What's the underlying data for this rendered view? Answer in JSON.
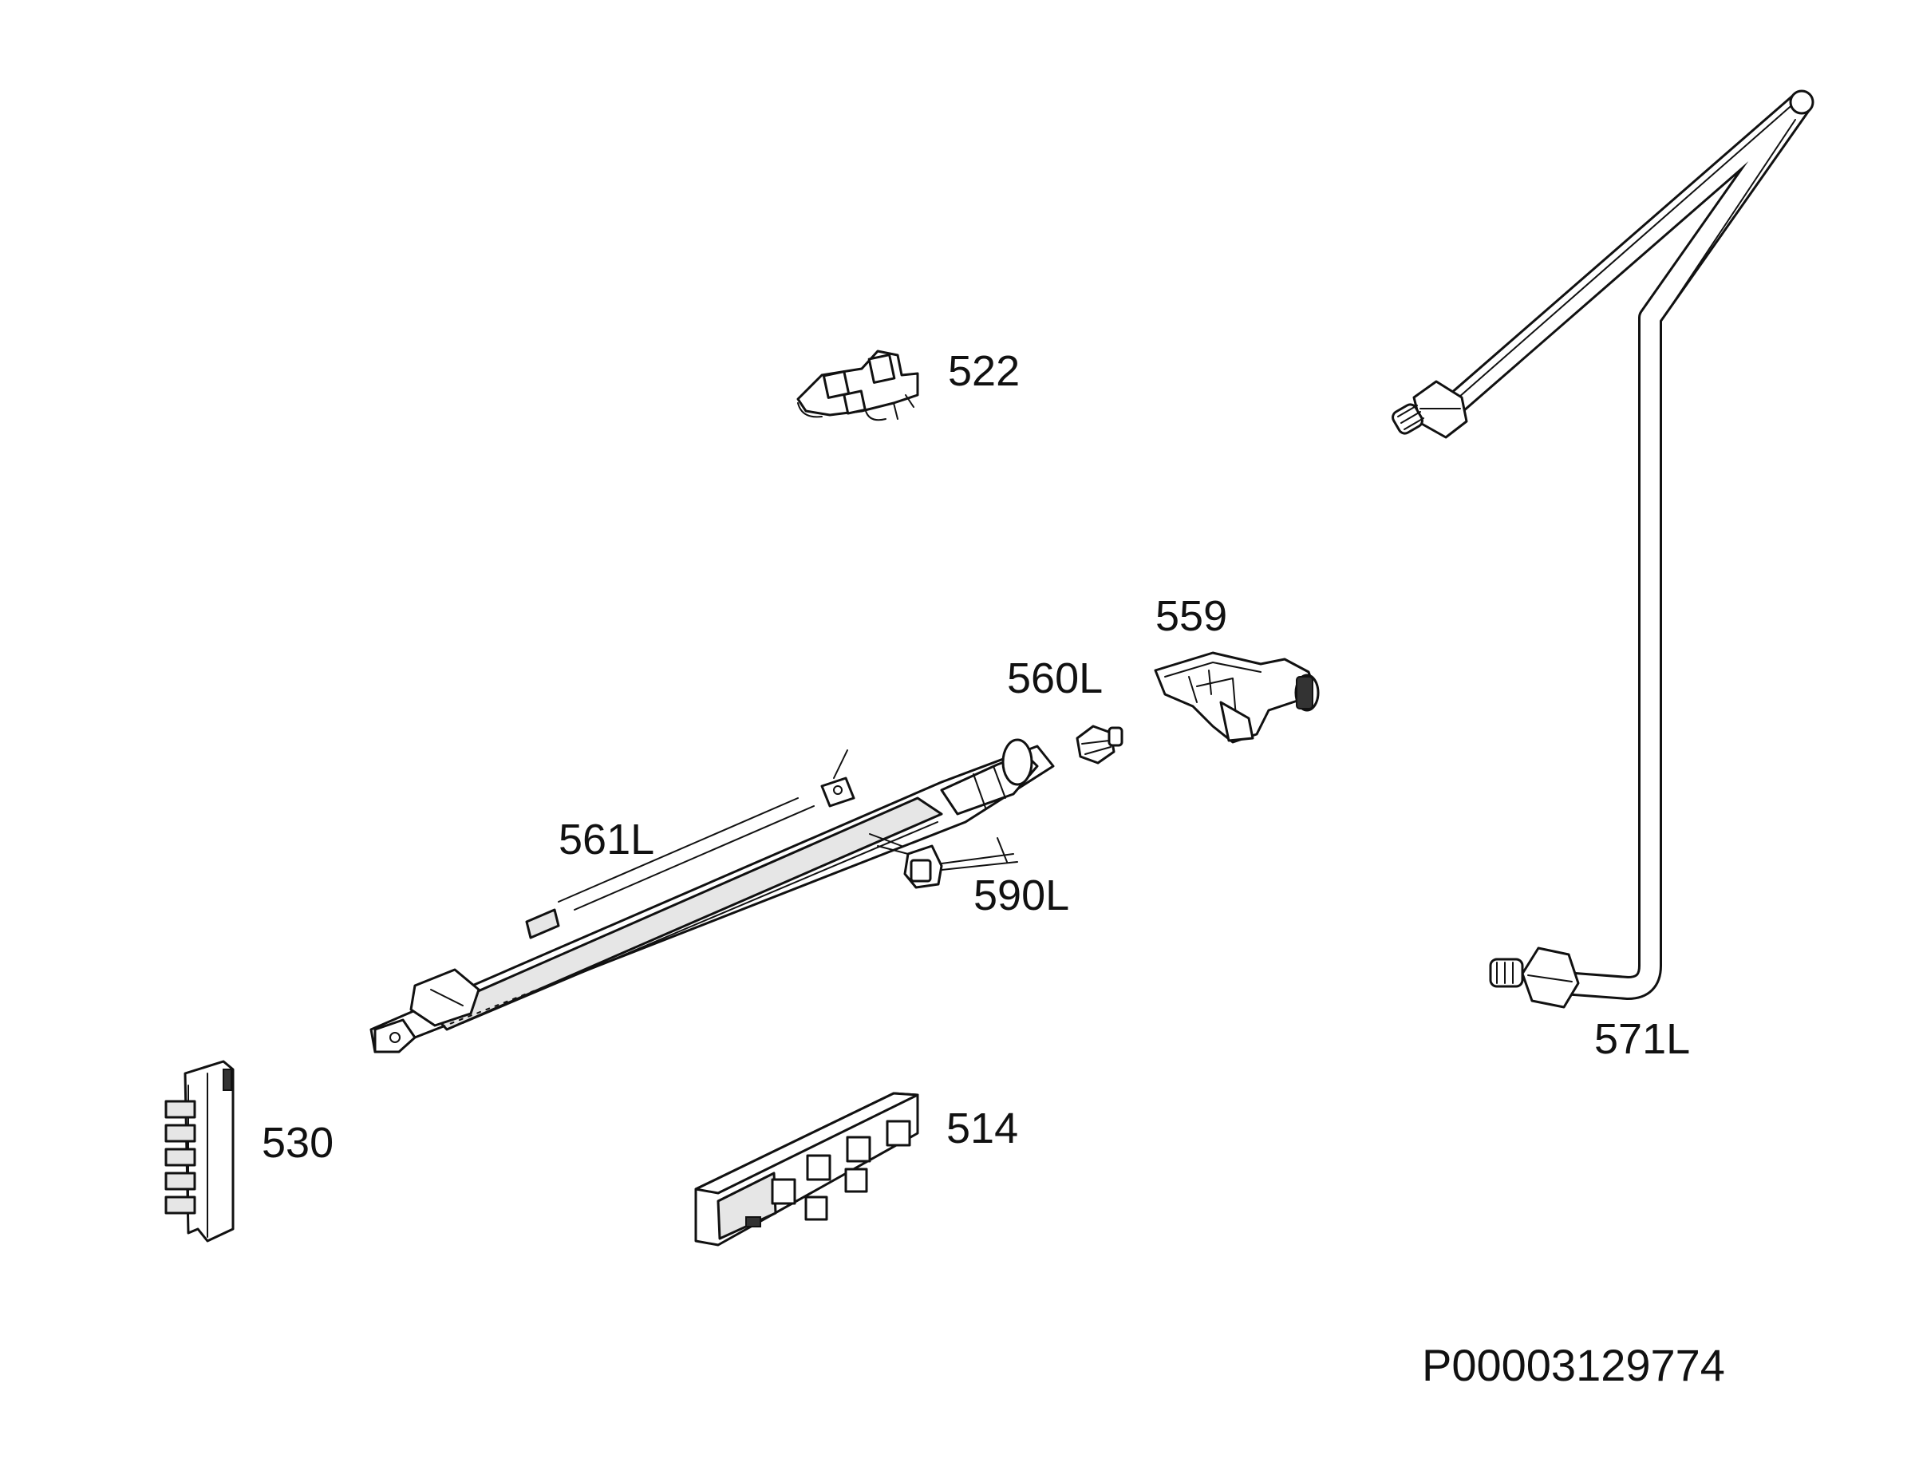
{
  "diagram_code": "P00003129774",
  "parts": [
    {
      "id": "p522",
      "label": "522",
      "icon": "wire-terminal-clip-icon"
    },
    {
      "id": "p559",
      "label": "559",
      "icon": "gas-valve-bracket-icon"
    },
    {
      "id": "p560",
      "label": "560L",
      "icon": "injector-nozzle-icon"
    },
    {
      "id": "p561",
      "label": "561L",
      "icon": "burner-tube-icon"
    },
    {
      "id": "p590",
      "label": "590L",
      "icon": "ignition-electrode-icon"
    },
    {
      "id": "p571",
      "label": "571L",
      "icon": "gas-pipe-icon"
    },
    {
      "id": "p530",
      "label": "530",
      "icon": "terminal-block-icon"
    },
    {
      "id": "p514",
      "label": "514",
      "icon": "spark-generator-icon"
    }
  ],
  "colors": {
    "line": "#111111",
    "background": "#ffffff",
    "fill_light": "#e6e6e6"
  }
}
